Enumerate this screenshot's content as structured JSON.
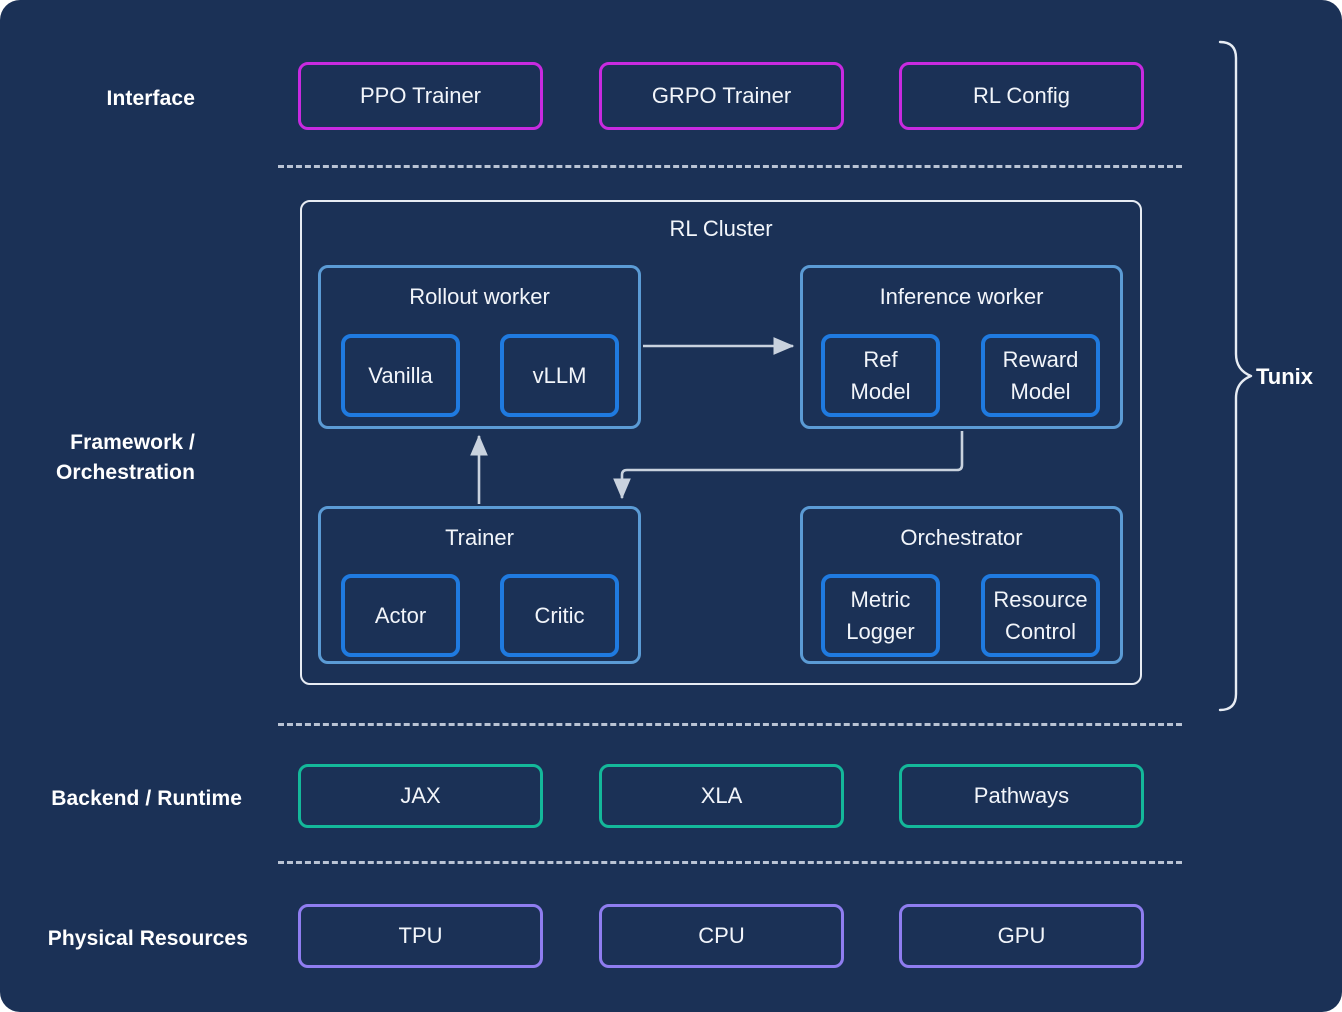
{
  "colors": {
    "background": "#1b3156",
    "interface_border": "#c82ae0",
    "backend_border": "#14b89a",
    "physical_border": "#8f7df0",
    "cluster_border": "#e7ecf3",
    "group_border": "#5b9bd5",
    "leaf_border": "#1f7ae0",
    "text": "#f2f5fa",
    "divider": "#b9c3d4",
    "arrow": "#c9d2de"
  },
  "rows": {
    "interface": {
      "label": "Interface",
      "boxes": [
        {
          "label": "PPO Trainer"
        },
        {
          "label": "GRPO Trainer"
        },
        {
          "label": "RL Config"
        }
      ]
    },
    "framework": {
      "label": "Framework /\nOrchestration"
    },
    "backend": {
      "label": "Backend / Runtime",
      "boxes": [
        {
          "label": "JAX"
        },
        {
          "label": "XLA"
        },
        {
          "label": "Pathways"
        }
      ]
    },
    "physical": {
      "label": "Physical Resources",
      "boxes": [
        {
          "label": "TPU"
        },
        {
          "label": "CPU"
        },
        {
          "label": "GPU"
        }
      ]
    }
  },
  "cluster": {
    "title": "RL Cluster",
    "groups": [
      {
        "id": "rollout-worker",
        "title": "Rollout worker",
        "children": [
          {
            "label": "Vanilla"
          },
          {
            "label": "vLLM"
          }
        ]
      },
      {
        "id": "inference-worker",
        "title": "Inference worker",
        "children": [
          {
            "label": "Ref\nModel"
          },
          {
            "label": "Reward\nModel"
          }
        ]
      },
      {
        "id": "trainer",
        "title": "Trainer",
        "children": [
          {
            "label": "Actor"
          },
          {
            "label": "Critic"
          }
        ]
      },
      {
        "id": "orchestrator",
        "title": "Orchestrator",
        "children": [
          {
            "label": "Metric\nLogger"
          },
          {
            "label": "Resource\nControl"
          }
        ]
      }
    ]
  },
  "brace": {
    "label": "Tunix"
  }
}
